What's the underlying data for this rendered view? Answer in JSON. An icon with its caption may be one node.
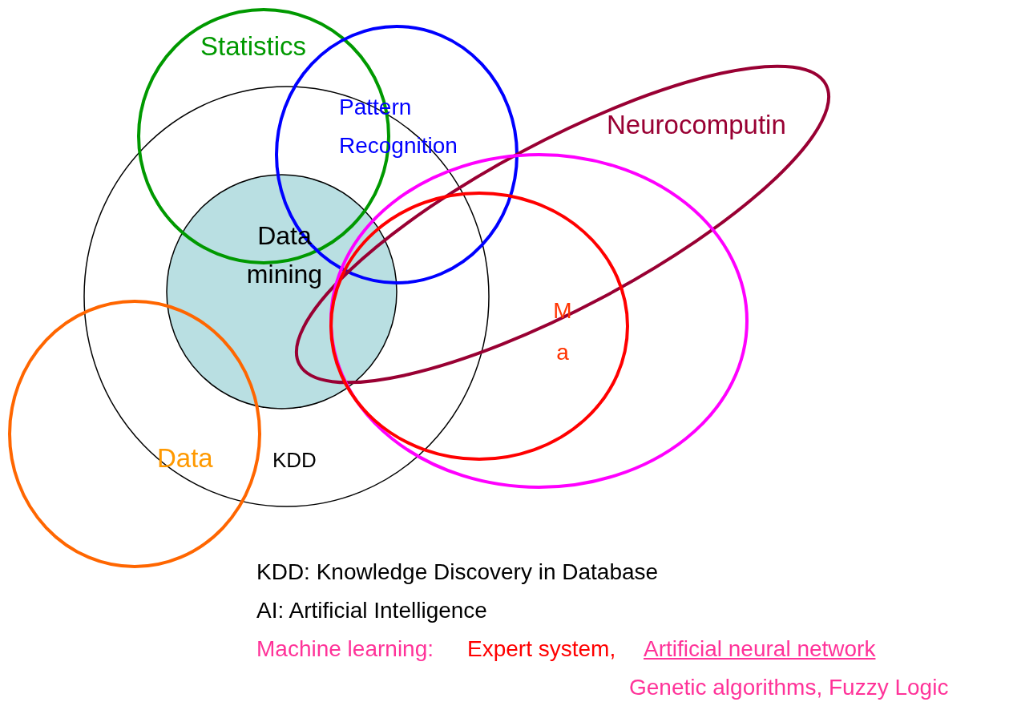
{
  "diagram": {
    "nodes": [
      {
        "text": [
          "Statistics"
        ]
      },
      {
        "text": [
          "Pattern Recognition"
        ]
      },
      {
        "text": [
          "Neurocomputin"
        ]
      },
      {
        "text": [
          "KDD"
        ]
      },
      {
        "text": [
          "Data mining"
        ],
        "in": 3
      },
      {
        "text": [],
        "shape": "ellipse"
      },
      {
        "text": [
          "M a"
        ],
        "in": 5
      },
      {
        "text": [
          "Data"
        ]
      }
    ],
    "edges": [],
    "labels": [
      "KDD: Knowledge Discovery in Database",
      "AI: Artificial Intelligence",
      "Machine learning:",
      "Expert system,",
      "Artificial neural network",
      "Genetic algorithms, Fuzzy Logic"
    ]
  }
}
